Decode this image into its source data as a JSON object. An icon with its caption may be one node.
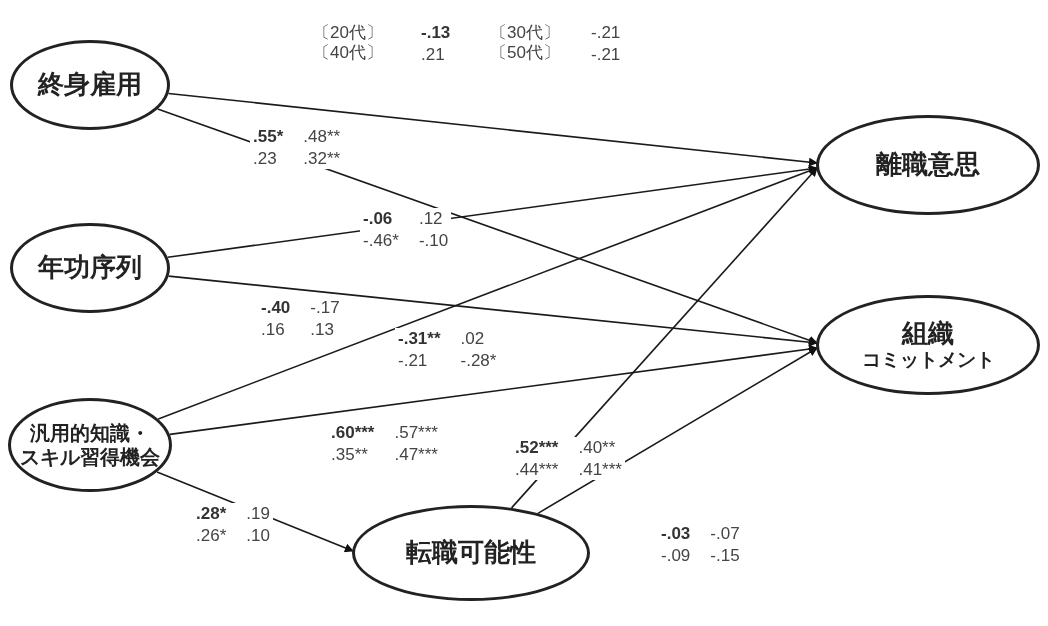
{
  "diagram": {
    "nodes": [
      {
        "text": [
          "終身雇用"
        ]
      },
      {
        "text": [
          "年功序列"
        ]
      },
      {
        "text": [
          "汎用的知識・",
          "スキル習得機会"
        ]
      },
      {
        "text": [
          "転職可能性"
        ]
      },
      {
        "text": [
          "離職意思"
        ]
      },
      {
        "text": [
          "組織",
          "コミットメント"
        ]
      }
    ],
    "edges": [
      {
        "from": 0,
        "to": 4,
        "arrow": "to",
        "label": "-.13 -.21 .21 -.21"
      },
      {
        "from": 0,
        "to": 5,
        "arrow": "to",
        "label": ".55* .48** .23 .32**"
      },
      {
        "from": 1,
        "to": 4,
        "arrow": "to",
        "label": "-.06 .12 -.46* -.10"
      },
      {
        "from": 1,
        "to": 5,
        "arrow": "to",
        "label": "-.40 -.17 .16 .13"
      },
      {
        "from": 2,
        "to": 4,
        "arrow": "to",
        "label": "-.31** .02 -.21 -.28*"
      },
      {
        "from": 2,
        "to": 5,
        "arrow": "to",
        "label": ".60*** .57*** .35** .47***"
      },
      {
        "from": 2,
        "to": 3,
        "arrow": "to",
        "label": ".28* .19 .26* .10"
      },
      {
        "from": 3,
        "to": 4,
        "arrow": "to",
        "label": ".52*** .40** .44*** .41***"
      },
      {
        "from": 3,
        "to": 5,
        "arrow": "to",
        "label": "-.03 -.07 -.09 -.15"
      }
    ],
    "labels": [
      "〔20代〕",
      "〔30代〕",
      "〔40代〕",
      "〔50代〕"
    ]
  }
}
